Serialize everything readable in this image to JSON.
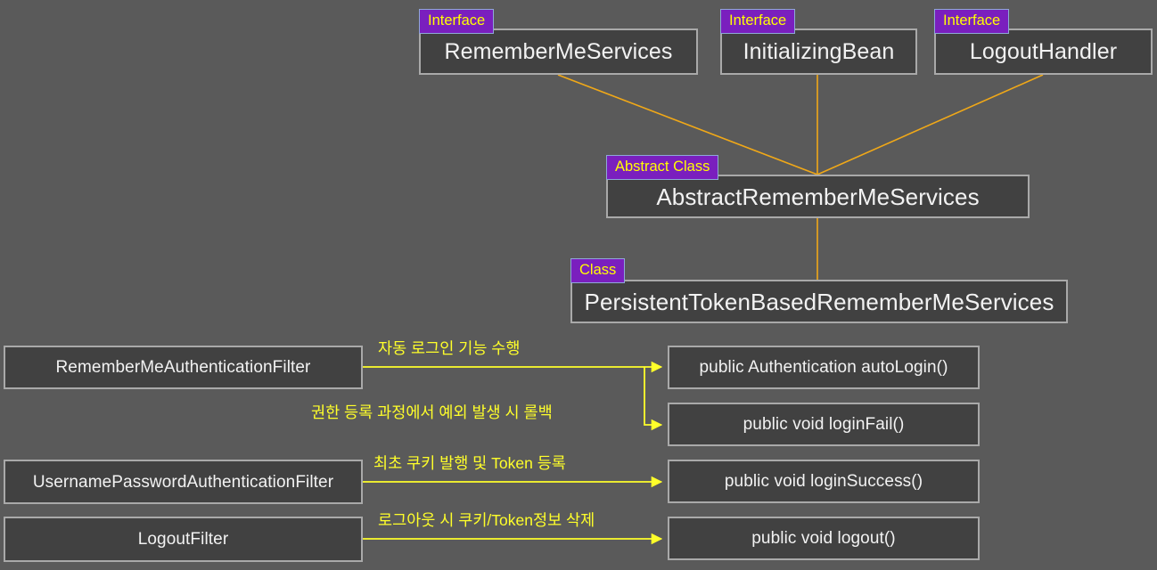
{
  "diagram": {
    "title": "Spring Security RememberMe class diagram",
    "colors": {
      "background": "#5a5a5a",
      "node_fill": "#414141",
      "node_border": "#a9a9a9",
      "node_text": "#f2f2f2",
      "badge_fill": "#7a1fbe",
      "badge_border": "#8fa8d8",
      "badge_text": "#ffff00",
      "inheritance_edge": "#f0a818",
      "flow_edge": "#ffff2a",
      "flow_label": "#ffff2a"
    },
    "interfaces": [
      {
        "badge": "Interface",
        "name": "RememberMeServices"
      },
      {
        "badge": "Interface",
        "name": "InitializingBean"
      },
      {
        "badge": "Interface",
        "name": "LogoutHandler"
      }
    ],
    "abstract_class": {
      "badge": "Abstract Class",
      "name": "AbstractRememberMeServices"
    },
    "concrete_class": {
      "badge": "Class",
      "name": "PersistentTokenBasedRememberMeServices"
    },
    "filters": [
      {
        "name": "RememberMeAuthenticationFilter"
      },
      {
        "name": "UsernamePasswordAuthenticationFilter"
      },
      {
        "name": "LogoutFilter"
      }
    ],
    "methods": [
      {
        "signature": "public Authentication autoLogin()"
      },
      {
        "signature": "public void loginFail()"
      },
      {
        "signature": "public void loginSuccess()"
      },
      {
        "signature": "public void logout()"
      }
    ],
    "edge_labels": [
      {
        "text": "자동 로그인 기능 수행"
      },
      {
        "text": "권한 등록 과정에서 예외 발생 시 롤백"
      },
      {
        "text": "최초 쿠키 발행 및 Token 등록"
      },
      {
        "text": "로그아웃 시 쿠키/Token정보 삭제"
      }
    ]
  }
}
